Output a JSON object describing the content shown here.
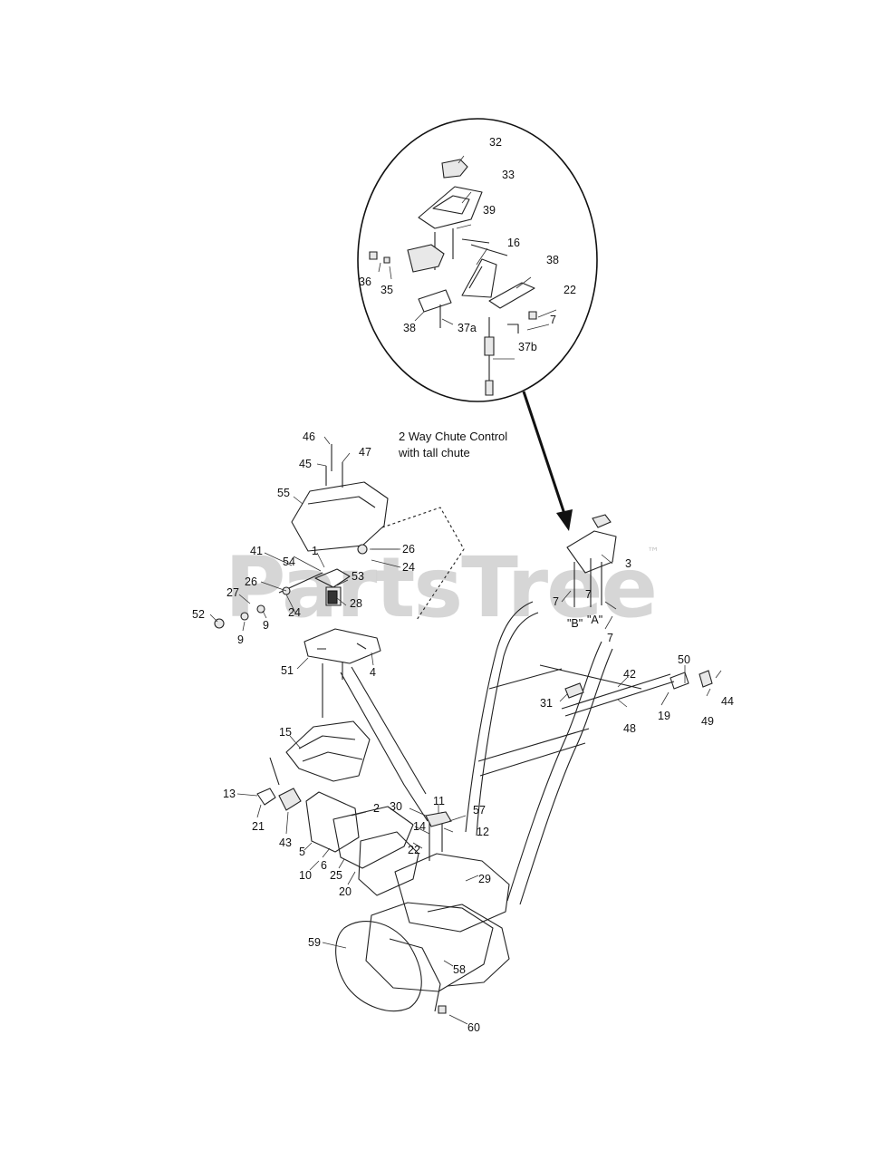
{
  "watermark": {
    "text": "PartsTree",
    "trademark": "™"
  },
  "inset": {
    "caption_line1": "2 Way Chute Control",
    "caption_line2": "with tall chute"
  },
  "callouts": {
    "inset": [
      "32",
      "33",
      "39",
      "16",
      "38",
      "36",
      "35",
      "22",
      "38",
      "37a",
      "7",
      "37b"
    ],
    "main": [
      "46",
      "45",
      "47",
      "55",
      "41",
      "1",
      "26",
      "54",
      "24",
      "53",
      "26",
      "27",
      "28",
      "52",
      "9",
      "9",
      "24",
      "3",
      "7",
      "7",
      "\"B\"",
      "\"A\"",
      "7",
      "51",
      "4",
      "50",
      "42",
      "31",
      "44",
      "49",
      "19",
      "48",
      "15",
      "13",
      "21",
      "43",
      "30",
      "11",
      "57",
      "2",
      "14",
      "12",
      "5",
      "6",
      "10",
      "25",
      "22",
      "20",
      "29",
      "59",
      "58",
      "60"
    ]
  }
}
